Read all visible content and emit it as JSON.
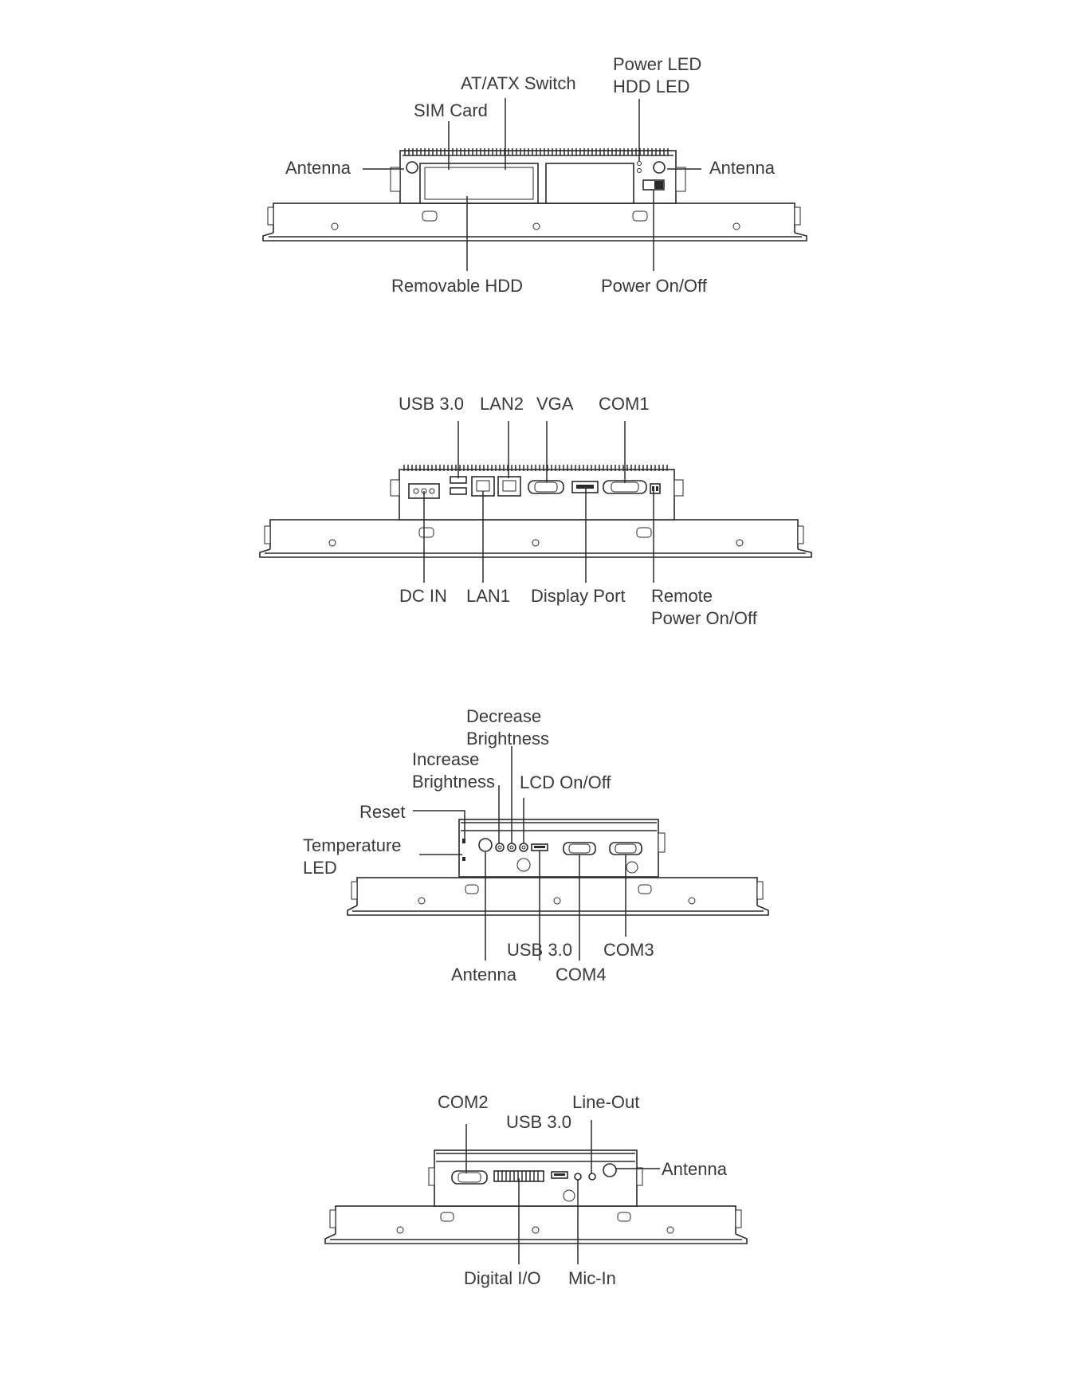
{
  "views": {
    "top": {
      "labels": {
        "antenna_left": "Antenna",
        "sim_card": "SIM Card",
        "at_atx_switch": "AT/ATX Switch",
        "power_led": "Power LED",
        "hdd_led": "HDD LED",
        "antenna_right": "Antenna",
        "removable_hdd": "Removable HDD",
        "power_on_off": "Power On/Off"
      }
    },
    "bottom": {
      "labels": {
        "usb30": "USB 3.0",
        "lan2": "LAN2",
        "vga": "VGA",
        "com1": "COM1",
        "dc_in": "DC IN",
        "lan1": "LAN1",
        "display_port": "Display Port",
        "remote_power_line1": "Remote",
        "remote_power_line2": "Power On/Off"
      }
    },
    "side_left": {
      "labels": {
        "decrease_line1": "Decrease",
        "decrease_line2": "Brightness",
        "increase_line1": "Increase",
        "increase_line2": "Brightness",
        "lcd_on_off": "LCD On/Off",
        "reset": "Reset",
        "temp_line1": "Temperature",
        "temp_line2": "LED",
        "usb30": "USB 3.0",
        "com3": "COM3",
        "antenna": "Antenna",
        "com4": "COM4"
      }
    },
    "side_right": {
      "labels": {
        "com2": "COM2",
        "usb30": "USB 3.0",
        "line_out": "Line-Out",
        "antenna": "Antenna",
        "digital_io": "Digital I/O",
        "mic_in": "Mic-In"
      }
    }
  }
}
